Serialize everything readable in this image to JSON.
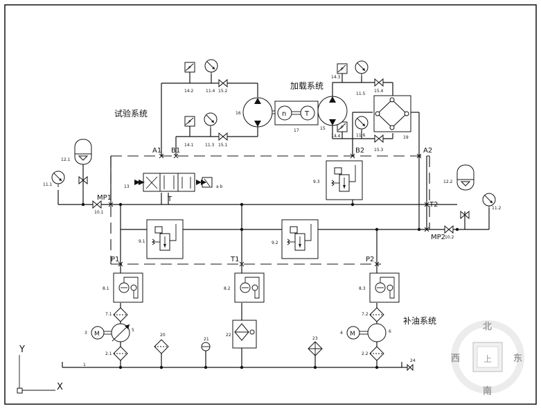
{
  "section_labels": {
    "test_system": "试验系统",
    "loading_system": "加载系统",
    "oil_supply_system": "补油系统"
  },
  "ports": {
    "A1": "A1",
    "B1": "B1",
    "B2": "B2",
    "A2": "A2",
    "MP1": "MP1",
    "MP2": "MP2",
    "T": "T",
    "T2": "T2",
    "P1": "P1",
    "T1": "T1",
    "P2": "P2"
  },
  "component_labels": {
    "c14_2": "14.2",
    "c11_4": "11.4",
    "c15_2": "15.2",
    "c14_1": "14.1",
    "c11_3": "11.3",
    "c15_1": "15.1",
    "c14_3": "14.3",
    "c11_5": "11.5",
    "c15_4": "15.4",
    "c14_4": "14.4",
    "c11_6": "11.6",
    "c15_3": "15.3",
    "c16": "16",
    "c17": "17",
    "c15": "15",
    "c19": "19",
    "c12_1": "12.1",
    "c11_1": "11.1",
    "c10_1": "10.1",
    "c13": "13",
    "c9_3": "9.3",
    "c9_1": "9.1",
    "c9_2": "9.2",
    "c12_2": "12.2",
    "c11_2": "11.2",
    "c10_2": "10.2",
    "c8_1": "8.1",
    "c8_2": "8.2",
    "c8_3": "8.3",
    "c7_1": "7.1",
    "c7_2": "7.2",
    "c3": "3",
    "c5": "5",
    "c4": "4",
    "c6": "6",
    "c2_1": "2.1",
    "c2_2": "2.2",
    "c20": "20",
    "c21": "21",
    "c22": "22",
    "c23": "23",
    "c1": "1",
    "c24": "24"
  },
  "motor_labels": {
    "n": "n",
    "T": "T",
    "M": "M"
  },
  "valve_ab": "a b",
  "axis": {
    "x": "X",
    "y": "Y"
  },
  "compass": {
    "north": "北",
    "south": "南",
    "west": "西",
    "east": "东",
    "up": "上"
  }
}
